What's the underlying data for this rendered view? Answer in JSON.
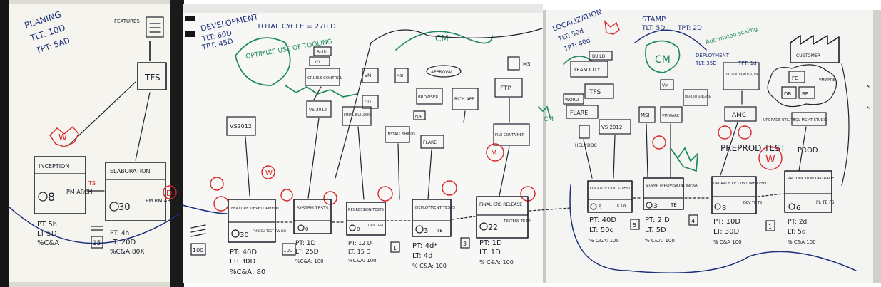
{
  "colors": {
    "ink": "#1b1b2a",
    "marker_blue": "#1c2f7a",
    "marker_green": "#1f8a5a",
    "marker_red": "#d8262a",
    "board": "#f6f6f4"
  },
  "planning": {
    "title": "PLANING",
    "tlt": "TLT: 10D",
    "tpt": "TPT: 5AD",
    "features": "FEATURES",
    "tfs": "TFS",
    "inception": {
      "label": "INCEPTION",
      "count": "8",
      "roles": "PM ARCH",
      "pt": "PT 5h",
      "lt": "LT 5D",
      "ca": "%C&A"
    },
    "elaboration": {
      "label": "ELABORATION",
      "count": "30",
      "roles": "PM RM ARCH",
      "pt": "PT: 4h",
      "lt": "LT: 20D",
      "ca": "%C&A 80X"
    },
    "queue_inc": "15",
    "w": "W",
    "d": "D",
    "ts": "TS"
  },
  "development": {
    "title": "DEVELOPMENT",
    "tlt": "TLT: 60D",
    "tpt": "TPT: 45D",
    "cycle": "TOTAL CYCLE = 270 D",
    "optimize": "OPTIMIZE USE OF TOOLING",
    "tools": [
      "Build",
      "CI",
      "CRUISE CONTROL",
      "VS 2012",
      "VS2012",
      "VM",
      "FINAL BUILDER",
      "CD",
      "MSI",
      "INSTALL SHIELD",
      "FDP",
      "FLARE",
      "BROWSER",
      "RICH APP",
      "APPROVAL",
      "FTP",
      "FILE CONTAINER",
      "MSI"
    ],
    "cm": "CM",
    "m": "M",
    "feature": {
      "label": "FEATURE DEVELOPMENT",
      "roles": "PM DEV TEST TW DO",
      "count": "30",
      "pt": "PT: 40D",
      "lt": "LT: 30D",
      "ca": "%C&A: 80"
    },
    "system": {
      "label": "SYSTEM TESTS",
      "pt": "PT: 1D",
      "lt": "LT: 25D",
      "ca": "%C&A: 100",
      "count": "0"
    },
    "regression": {
      "label": "REGRESSION TESTS",
      "roles": "DEV TEST",
      "pt": "PT: 12 D",
      "lt": "LT: 15 D",
      "ca": "%C&A: 100",
      "count": "0"
    },
    "deploy": {
      "label": "DEPLOYMENT TESTS",
      "roles": "TE",
      "count": "3",
      "pt": "PT: 4d*",
      "lt": "LT: 4d",
      "ca": "% C&A: 100"
    },
    "final": {
      "label": "FINAL CRC RELEASE",
      "roles": "TESTERS TE RM",
      "count": "22",
      "pt": "PT: 1D",
      "lt": "LT: 1D",
      "ca": "% C&A: 100"
    },
    "queues": [
      "100",
      "100",
      "1",
      "3"
    ],
    "w": "W"
  },
  "localization": {
    "title": "LOCALIZATION",
    "tlt": "TLT: 50d",
    "tpt": "TPT: 40d",
    "stamp_title": "STAMP",
    "stamp_tlt": "TLT: 5D",
    "stamp_tpt": "TPT: 2D",
    "automated": "Automated scaling",
    "deployment": "DEPLOYMENT",
    "deployment_tlt": "TLT: 35D",
    "deployment_tpt": "TPT: 1d",
    "customer": "CUSTOMER",
    "tools": [
      "BUILD",
      "TEAM CITY",
      "TFS",
      "WORD",
      "FLARE",
      "VS 2012",
      "HELP DOC",
      "MSI",
      "VM",
      "VM WARE",
      "REPORT ENGINE",
      "DB, SQL READER, DB",
      "FE",
      "DB",
      "BE",
      "VMWARE",
      "AMC",
      "UPGRADE UTILITY",
      "SQL MGMT STUDIO"
    ],
    "preprod": "PREPROD TEST",
    "prod": "PROD",
    "cm": "CM",
    "loc": {
      "label": "LOCALIZE DOC & TEST",
      "count": "5",
      "roles": "TE TW",
      "pt": "PT: 40D",
      "lt": "LT: 50d",
      "ca": "% C&A: 100"
    },
    "stamp": {
      "label": "STAMP (PROVISION) INFRA",
      "count": "3",
      "roles": "TE",
      "pt": "PT: 2 D",
      "lt": "LT: 5D",
      "ca": "% C&A: 100"
    },
    "upgrade": {
      "label": "UPGRADE OF CUSTOMER ENV.",
      "count": "8",
      "roles": "DEV TE TS",
      "pt": "PT: 10D",
      "lt": "LT: 30D",
      "ca": "% C&A 100"
    },
    "production": {
      "label": "PRODUCTION UPGRADE",
      "count": "6",
      "roles": "PL TE FS",
      "pt": "PT: 2d",
      "lt": "LT: 5d",
      "ca": "% C&A 100"
    },
    "queues": [
      "5",
      "4",
      "1"
    ],
    "w": "W"
  }
}
